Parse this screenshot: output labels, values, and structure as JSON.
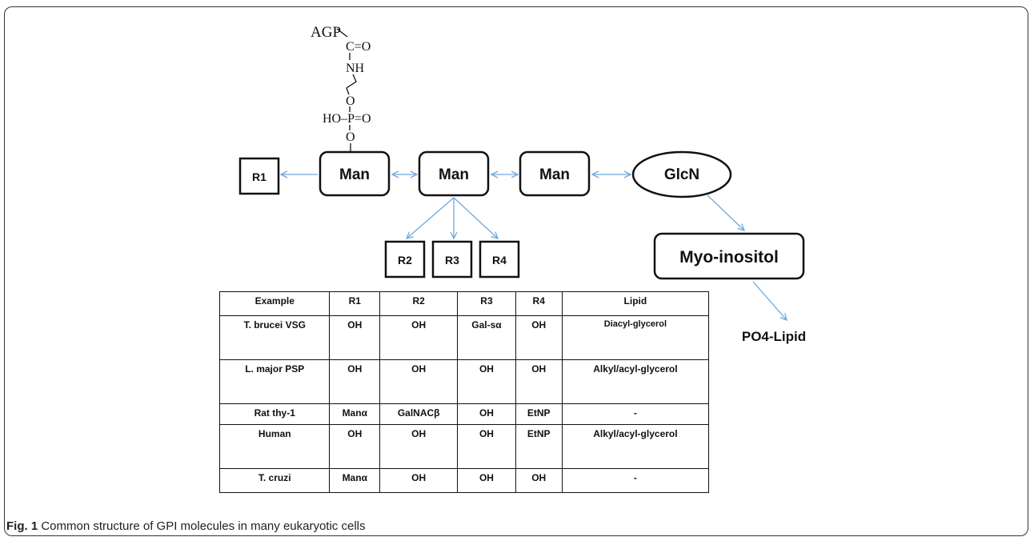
{
  "figure": {
    "caption_label": "Fig. 1",
    "caption_text": " Common structure of GPI molecules in many eukaryotic cells"
  },
  "structure": {
    "anchor": "AGP",
    "carbonyl": "C=O",
    "amine": "NH",
    "oxygen_upper": "O",
    "phosphate": "HO–P=O",
    "oxygen_lower": "O",
    "man1": "Man",
    "man2": "Man",
    "man3": "Man",
    "glcn": "GlcN",
    "inositol": "Myo-inositol",
    "po4_lipid": "PO4-Lipid",
    "r1": "R1",
    "r2": "R2",
    "r3": "R3",
    "r4": "R4"
  },
  "colors": {
    "arrow": "#6fa8dc",
    "line": "#111111"
  },
  "table": {
    "headers": [
      "Example",
      "R1",
      "R2",
      "R3",
      "R4",
      "Lipid"
    ],
    "rows": [
      [
        "T. brucei VSG",
        "OH",
        "OH",
        "Gal-sα",
        "OH",
        "Diacyl-glycerol"
      ],
      [
        "L. major PSP",
        "OH",
        "OH",
        "OH",
        "OH",
        "Alkyl/acyl-glycerol"
      ],
      [
        "Rat thy-1",
        "Manα",
        "GalNACβ",
        "OH",
        "EtNP",
        "-"
      ],
      [
        "Human",
        "OH",
        "OH",
        "OH",
        "EtNP",
        "Alkyl/acyl-glycerol"
      ],
      [
        "T. cruzi",
        "Manα",
        "OH",
        "OH",
        "OH",
        "-"
      ]
    ]
  }
}
